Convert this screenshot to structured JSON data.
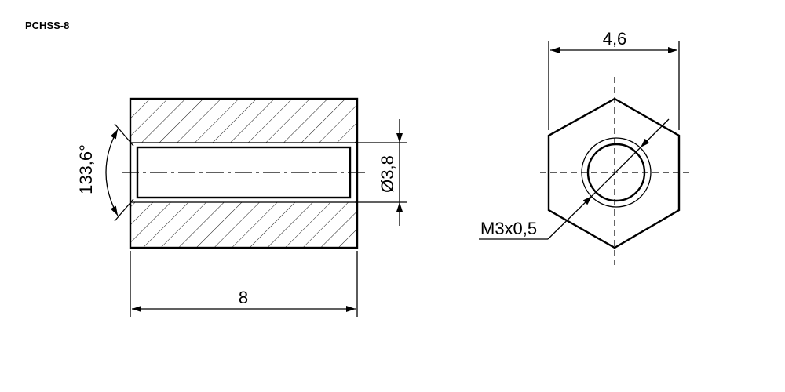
{
  "drawing": {
    "part_number": "PCHSS-8",
    "dimensions": {
      "length": "8",
      "bore_diameter": "Ø3,8",
      "angle": "133,6°",
      "across_flats": "4,6",
      "thread": "M3x0,5"
    }
  }
}
